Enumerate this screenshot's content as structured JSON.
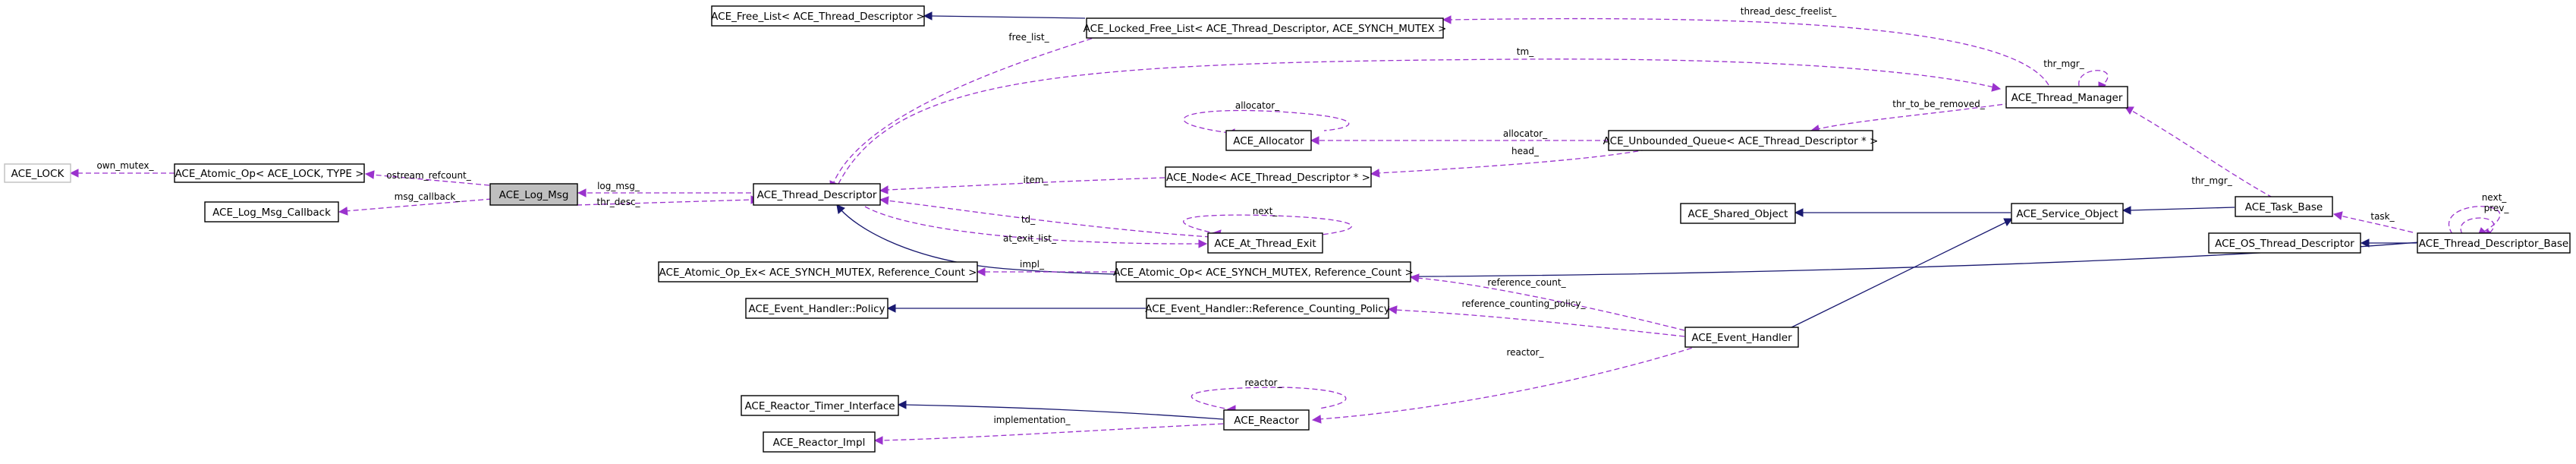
{
  "nodes": {
    "ace_lock": "ACE_LOCK",
    "atomic_op_lock": "ACE_Atomic_Op< ACE_LOCK, TYPE >",
    "log_msg": "ACE_Log_Msg",
    "log_msg_callback": "ACE_Log_Msg_Callback",
    "thread_descriptor": "ACE_Thread_Descriptor",
    "free_list": "ACE_Free_List< ACE_Thread_Descriptor >",
    "locked_free_list": "ACE_Locked_Free_List< ACE_Thread_Descriptor, ACE_SYNCH_MUTEX >",
    "allocator": "ACE_Allocator",
    "node_td": "ACE_Node< ACE_Thread_Descriptor * >",
    "at_thread_exit": "ACE_At_Thread_Exit",
    "unbounded_queue": "ACE_Unbounded_Queue< ACE_Thread_Descriptor * >",
    "thread_manager": "ACE_Thread_Manager",
    "shared_object": "ACE_Shared_Object",
    "service_object": "ACE_Service_Object",
    "task_base": "ACE_Task_Base",
    "os_thread_descriptor": "ACE_OS_Thread_Descriptor",
    "thread_descriptor_base": "ACE_Thread_Descriptor_Base",
    "atomic_op_ex": "ACE_Atomic_Op_Ex< ACE_SYNCH_MUTEX, Reference_Count >",
    "atomic_op_synch": "ACE_Atomic_Op< ACE_SYNCH_MUTEX, Reference_Count >",
    "event_handler_policy": "ACE_Event_Handler::Policy",
    "reference_counting_policy": "ACE_Event_Handler::Reference_Counting_Policy",
    "event_handler": "ACE_Event_Handler",
    "reactor_timer_interface": "ACE_Reactor_Timer_Interface",
    "reactor": "ACE_Reactor",
    "reactor_impl": "ACE_Reactor_Impl"
  },
  "edge_labels": {
    "own_mutex": "own_mutex_",
    "ostream_refcount": "ostream_refcount_",
    "msg_callback": "msg_callback_",
    "log_msg": "log_msg_",
    "thr_desc": "thr_desc_",
    "free_list": "free_list_",
    "thread_desc_freelist": "thread_desc_freelist_",
    "tm": "tm_",
    "thr_mgr_self": "thr_mgr_",
    "thr_to_be_removed": "thr_to_be_removed_",
    "thr_mgr": "thr_mgr_",
    "allocator_self": "allocator_",
    "allocator": "allocator_",
    "head": "head_",
    "item": "item_",
    "td": "td_",
    "next_ate": "next_",
    "at_exit_list": "at_exit_list_",
    "task": "task_",
    "next_tdb": "next_",
    "prev_tdb": "prev_",
    "impl": "impl_",
    "reference_count": "reference_count_",
    "reference_counting_policy": "reference_counting_policy_",
    "reactor_eh": "reactor_",
    "reactor_self": "reactor_",
    "implementation": "implementation_"
  },
  "colors": {
    "inheritance": "#191970",
    "usage": "#9a32cd",
    "focus_fill": "#bfbfbf",
    "node_border": "#000000"
  }
}
